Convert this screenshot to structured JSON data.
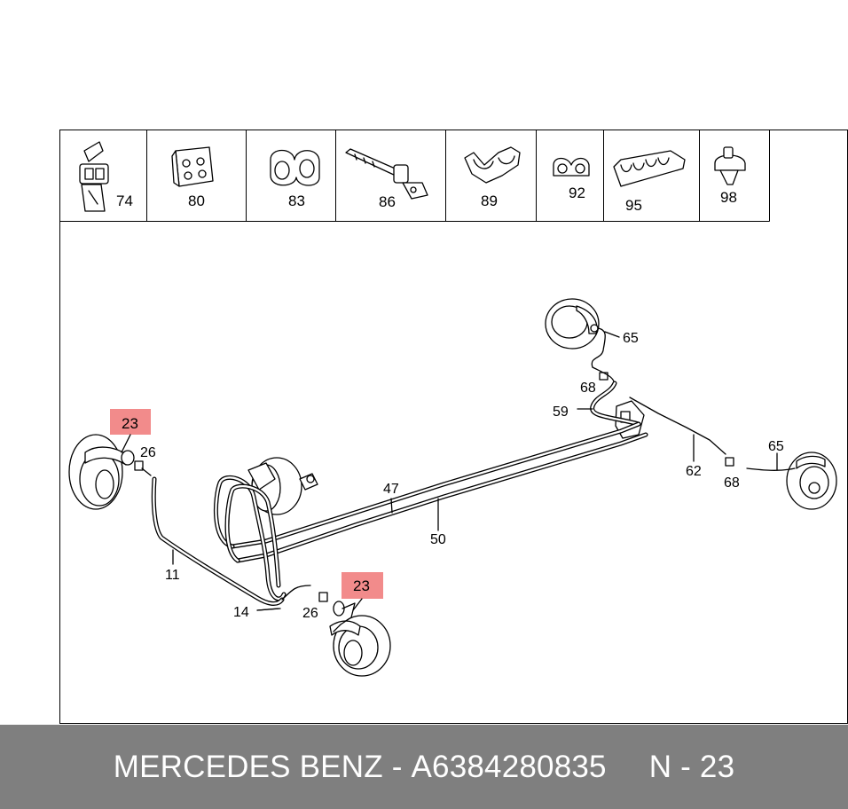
{
  "parts_row": [
    {
      "num": "74",
      "icon": "bracket-clip-icon"
    },
    {
      "num": "80",
      "icon": "block-clip-icon"
    },
    {
      "num": "83",
      "icon": "double-pipe-clip-icon"
    },
    {
      "num": "86",
      "icon": "strap-clip-icon"
    },
    {
      "num": "89",
      "icon": "saddle-clip-icon"
    },
    {
      "num": "92",
      "icon": "small-pipe-clip-icon"
    },
    {
      "num": "95",
      "icon": "multi-pipe-clip-icon"
    },
    {
      "num": "98",
      "icon": "push-clip-icon"
    }
  ],
  "callouts": {
    "c65_top": "65",
    "c68_top": "68",
    "c59": "59",
    "c26_left": "26",
    "c47": "47",
    "c50": "50",
    "c62": "62",
    "c65_right": "65",
    "c68_right": "68",
    "c11": "11",
    "c14": "14",
    "c26_bottom": "26"
  },
  "highlight": {
    "label_left": "23",
    "label_bottom": "23",
    "color": "#f28b8b"
  },
  "footer": {
    "brand": "MERCEDES BENZ",
    "separator": "-",
    "part_number": "A6384280835",
    "page_ref": "N - 23"
  },
  "colors": {
    "footer_bg": "#7f7f7f",
    "footer_text": "#ffffff",
    "line": "#000000"
  }
}
